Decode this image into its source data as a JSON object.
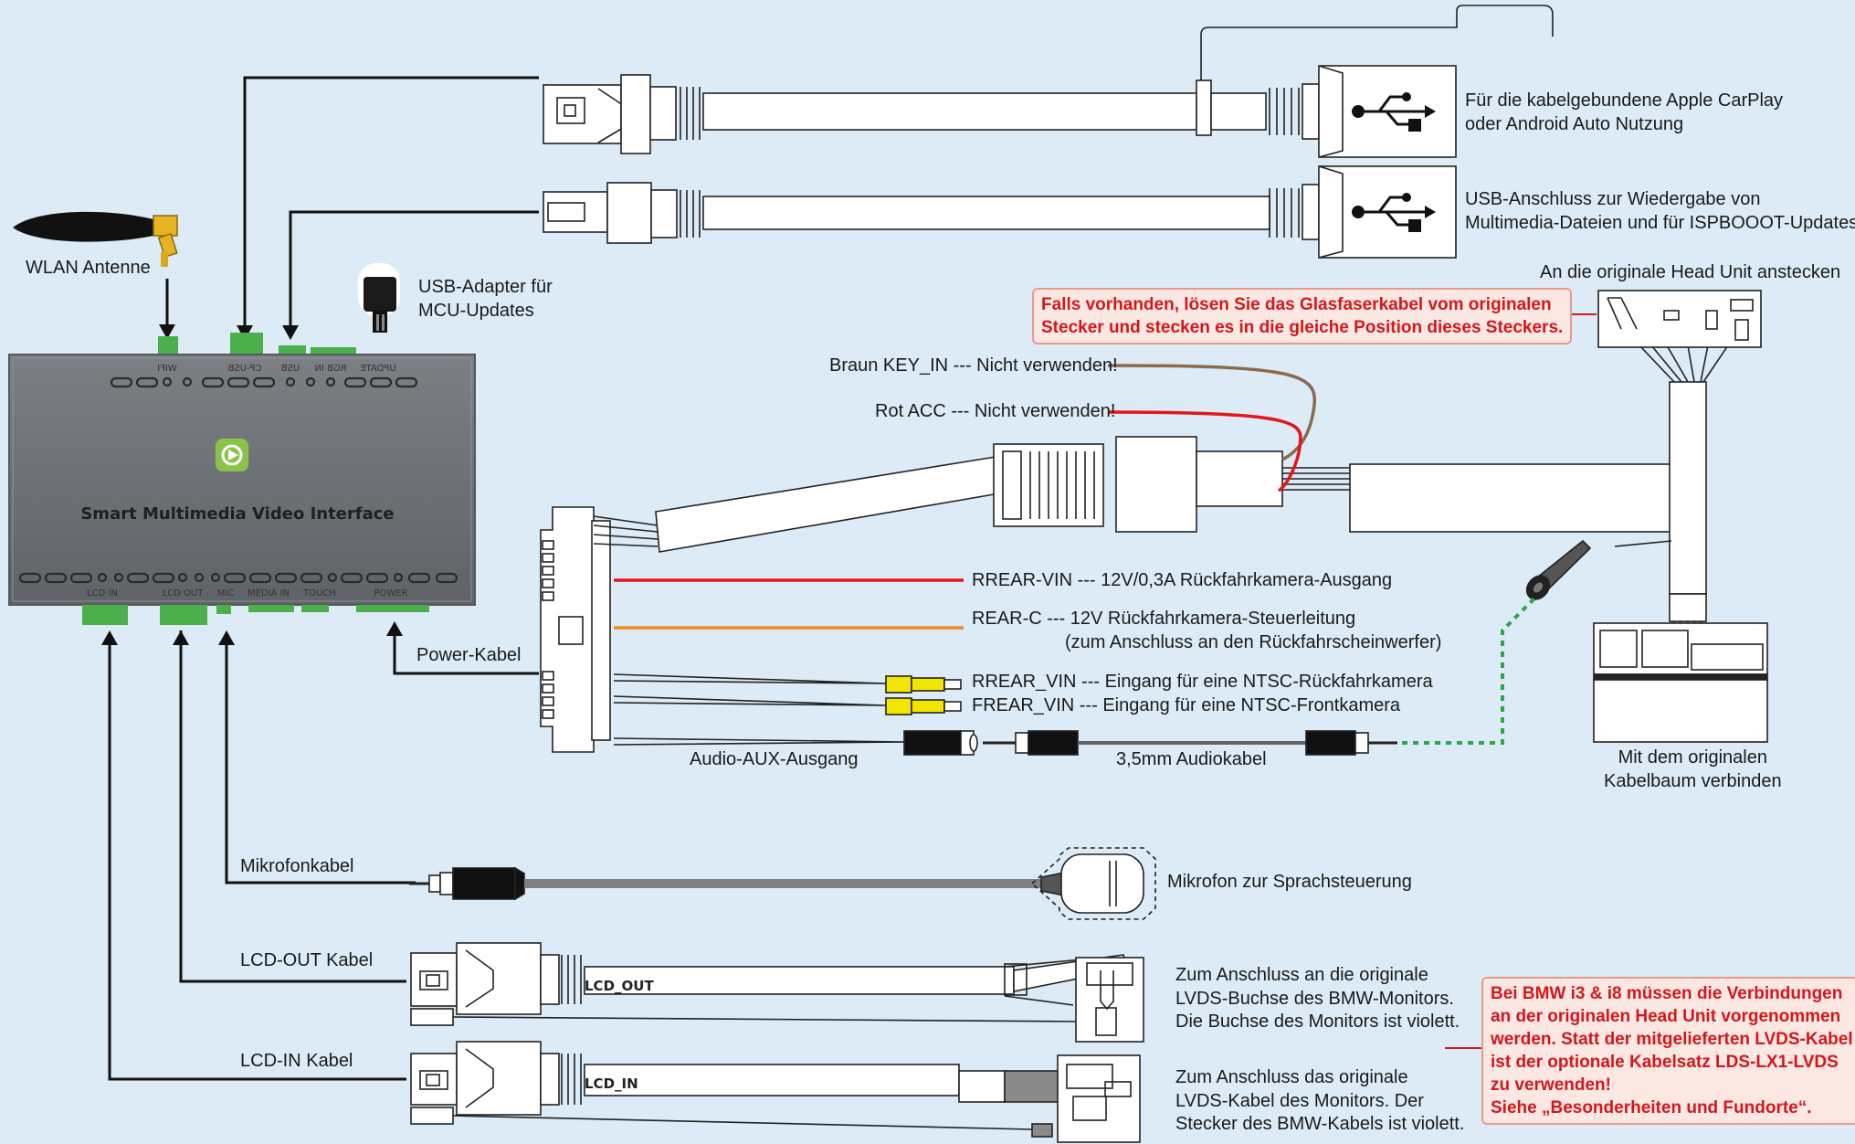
{
  "device": {
    "title": "Smart Multimedia Video Interface",
    "top_ports": [
      "WIFI",
      "CP-USB",
      "USB",
      "RGB IN",
      "UPDATE"
    ],
    "bottom_ports": [
      "LCD IN",
      "LCD OUT",
      "MIC",
      "MEDIA IN",
      "TOUCH",
      "POWER"
    ]
  },
  "labels": {
    "wlan_antenna": "WLAN Antenne",
    "usb_adapter": [
      "USB-Adapter für",
      "MCU-Updates"
    ],
    "carplay_usb": [
      "Für die kabelgebundene Apple CarPlay",
      "oder Android Auto Nutzung"
    ],
    "media_usb": [
      "USB-Anschluss zur Wiedergabe von",
      "Multimedia-Dateien und für ISPBOOOT-Updates"
    ],
    "head_unit": "An die originale Head Unit anstecken",
    "braun": "Braun KEY_IN --- Nicht verwenden!",
    "rot": "Rot ACC --- Nicht verwenden!",
    "rrear_vin_out": "RREAR-VIN --- 12V/0,3A Rückfahrkamera-Ausgang",
    "rear_c": "REAR-C --- 12V Rückfahrkamera-Steuerleitung",
    "rear_c_sub": "(zum Anschluss an den Rückfahrscheinwerfer)",
    "power_kabel": "Power-Kabel",
    "rrear_vin_in": "RREAR_VIN --- Eingang für eine NTSC-Rückfahrkamera",
    "frear_vin": "FREAR_VIN --- Eingang für eine NTSC-Frontkamera",
    "audio_aux": "Audio-AUX-Ausgang",
    "audio_cable": "3,5mm Audiokabel",
    "harness": [
      "Mit dem originalen",
      "Kabelbaum verbinden"
    ],
    "mikrofonkabel": "Mikrofonkabel",
    "mikrofon": "Mikrofon zur Sprachsteuerung",
    "lcd_out_kabel": "LCD-OUT Kabel",
    "lcd_out_plug": "LCD_OUT",
    "lcd_out_desc": [
      "Zum Anschluss an die originale",
      "LVDS-Buchse des BMW-Monitors.",
      "Die Buchse des Monitors ist violett."
    ],
    "lcd_in_kabel": "LCD-IN Kabel",
    "lcd_in_plug": "LCD_IN",
    "lcd_in_desc": [
      "Zum Anschluss das originale",
      "LVDS-Kabel des Monitors. Der",
      "Stecker des BMW-Kabels ist violett."
    ]
  },
  "notes": {
    "fiber": [
      "Falls vorhanden, lösen Sie das Glasfaserkabel vom originalen",
      "Stecker und stecken es in die gleiche Position dieses Steckers."
    ],
    "bmw": [
      "Bei BMW i3 & i8 müssen die Verbindungen",
      "an der originalen Head Unit vorgenommen",
      "werden. Statt der mitgelieferten LVDS-Kabel",
      "ist der optionale Kabelsatz LDS-LX1-LVDS",
      "zu verwenden!",
      "Siehe „Besonderheiten und Fundorte“."
    ]
  },
  "colors": {
    "background": "#dcebf5",
    "device_body": "#6f7377",
    "port_green": "#4bb04b",
    "wire_red": "#e3161b",
    "wire_orange": "#f08a1e",
    "wire_brown": "#8b6a4d",
    "rca_yellow": "#f2e600",
    "note_text": "#d4171c",
    "dotted_green": "#2aa84a"
  },
  "icons": [
    "antenna-icon",
    "usb-adapter-icon",
    "carplay-icon",
    "usb-symbol-icon",
    "microphone-icon"
  ]
}
